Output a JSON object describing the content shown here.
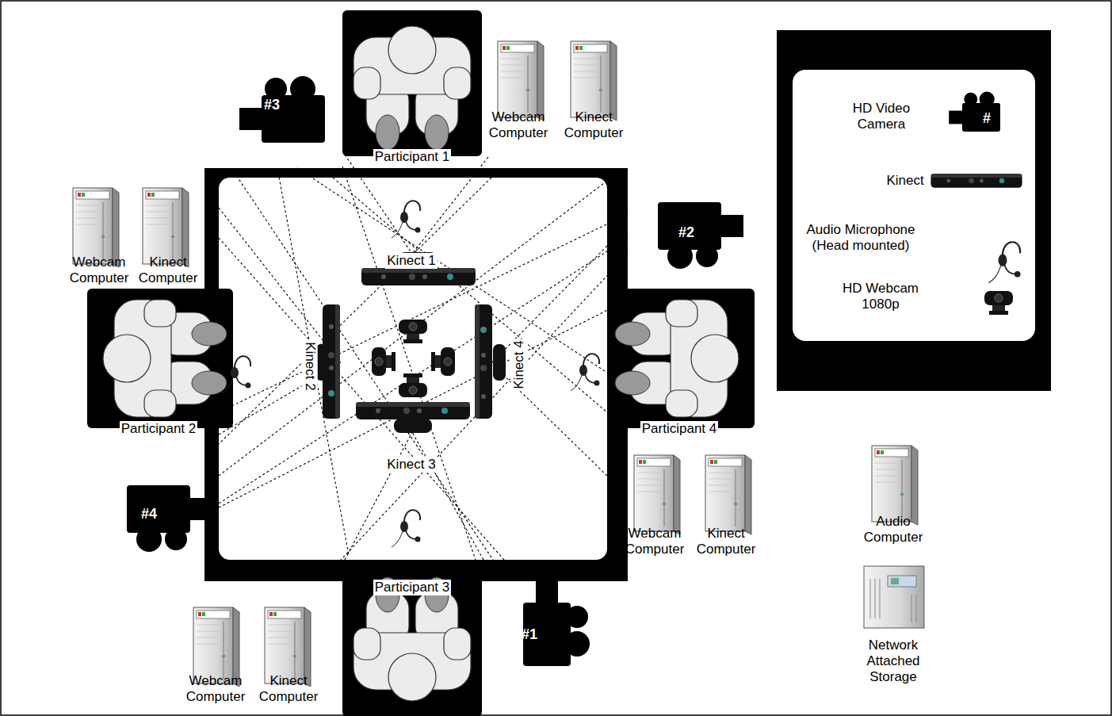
{
  "diagram": {
    "labels": [
      "#3",
      "Participant 1",
      "Webcam Computer",
      "Kinect Computer",
      "Webcam Computer",
      "Kinect Computer",
      "#2",
      "Kinect 1",
      "Kinect 2",
      "Kinect 4",
      "Participant 2",
      "Participant 4",
      "Kinect 3",
      "#4",
      "Webcam Computer",
      "Kinect Computer",
      "Participant 3",
      "#1",
      "Webcam Computer",
      "Kinect Computer",
      "#",
      "Audio Computer",
      "Network Attached Storage"
    ],
    "legend": [
      {
        "text": "HD Video Camera"
      },
      {
        "text": "Kinect"
      },
      {
        "text": "Audio Microphone (Head mounted)"
      },
      {
        "text": "HD Webcam 1080p"
      }
    ]
  }
}
